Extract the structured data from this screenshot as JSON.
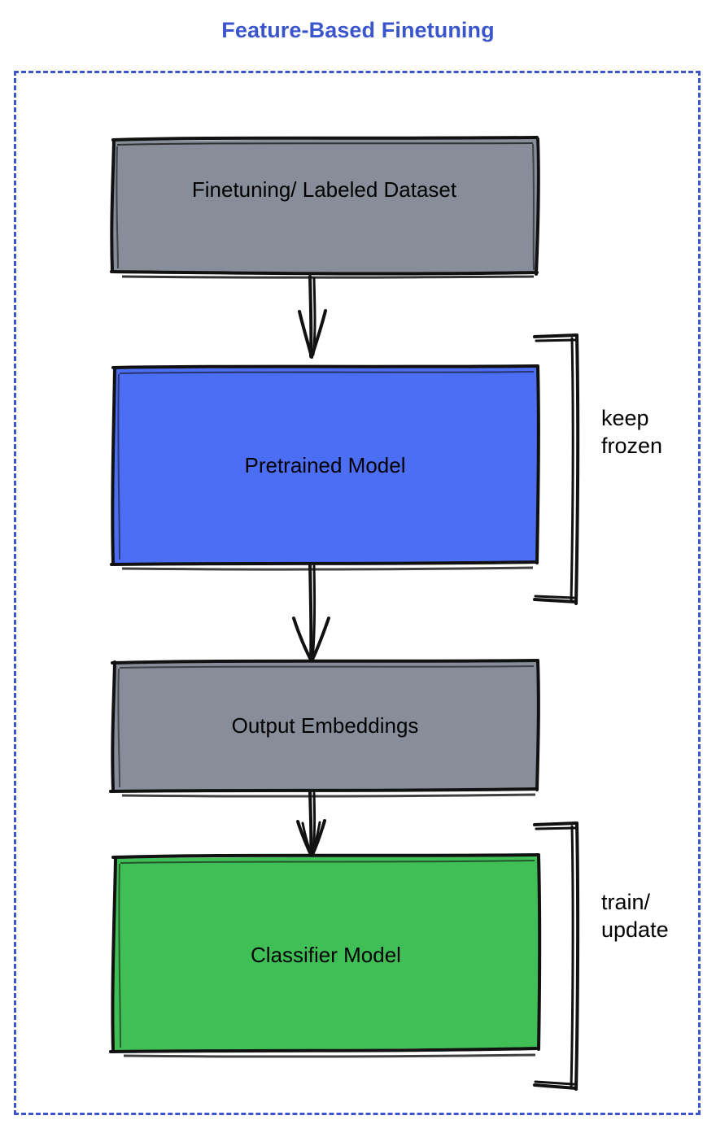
{
  "diagram": {
    "title": "Feature-Based Finetuning",
    "title_color": "#3B56CC",
    "frame_color": "#3B56CC",
    "background": "#ffffff",
    "nodes": [
      {
        "id": "finetuning-dataset",
        "label": "Finetuning/ Labeled Dataset",
        "fill": "#878E99",
        "stroke": "#000000",
        "shape": "rectangle"
      },
      {
        "id": "pretrained-model",
        "label": "Pretrained Model",
        "fill": "#4C6EF5",
        "stroke": "#000000",
        "shape": "rectangle"
      },
      {
        "id": "output-embeddings",
        "label": "Output Embeddings",
        "fill": "#878E99",
        "stroke": "#000000",
        "shape": "rectangle"
      },
      {
        "id": "classifier-model",
        "label": "Classifier Model",
        "fill": "#3FBF55",
        "stroke": "#000000",
        "shape": "rectangle"
      }
    ],
    "annotations": [
      {
        "id": "keep-frozen",
        "label": "keep\nfrozen",
        "target": "pretrained-model"
      },
      {
        "id": "train-update",
        "label": "train/\nupdate",
        "target": "classifier-model"
      }
    ],
    "edges": [
      {
        "from": "finetuning-dataset",
        "to": "pretrained-model",
        "label": "",
        "style": "arrow"
      },
      {
        "from": "pretrained-model",
        "to": "output-embeddings",
        "label": "",
        "style": "arrow"
      },
      {
        "from": "output-embeddings",
        "to": "classifier-model",
        "label": "",
        "style": "arrow"
      }
    ]
  }
}
